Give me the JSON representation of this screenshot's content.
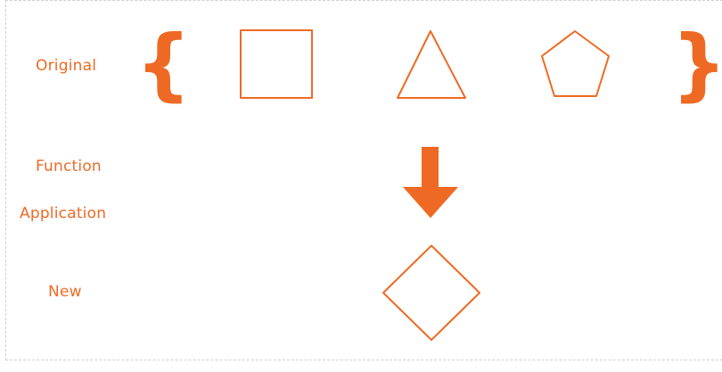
{
  "labels": {
    "original": "Original",
    "function": "Function",
    "application": "Application",
    "new": "New"
  },
  "braces": {
    "left": "{",
    "right": "}"
  },
  "shapes": {
    "original": [
      "square",
      "triangle",
      "pentagon"
    ],
    "new": [
      "diamond"
    ]
  },
  "colors": {
    "accent": "#ee6a24",
    "frame": "#cfcfcf"
  }
}
